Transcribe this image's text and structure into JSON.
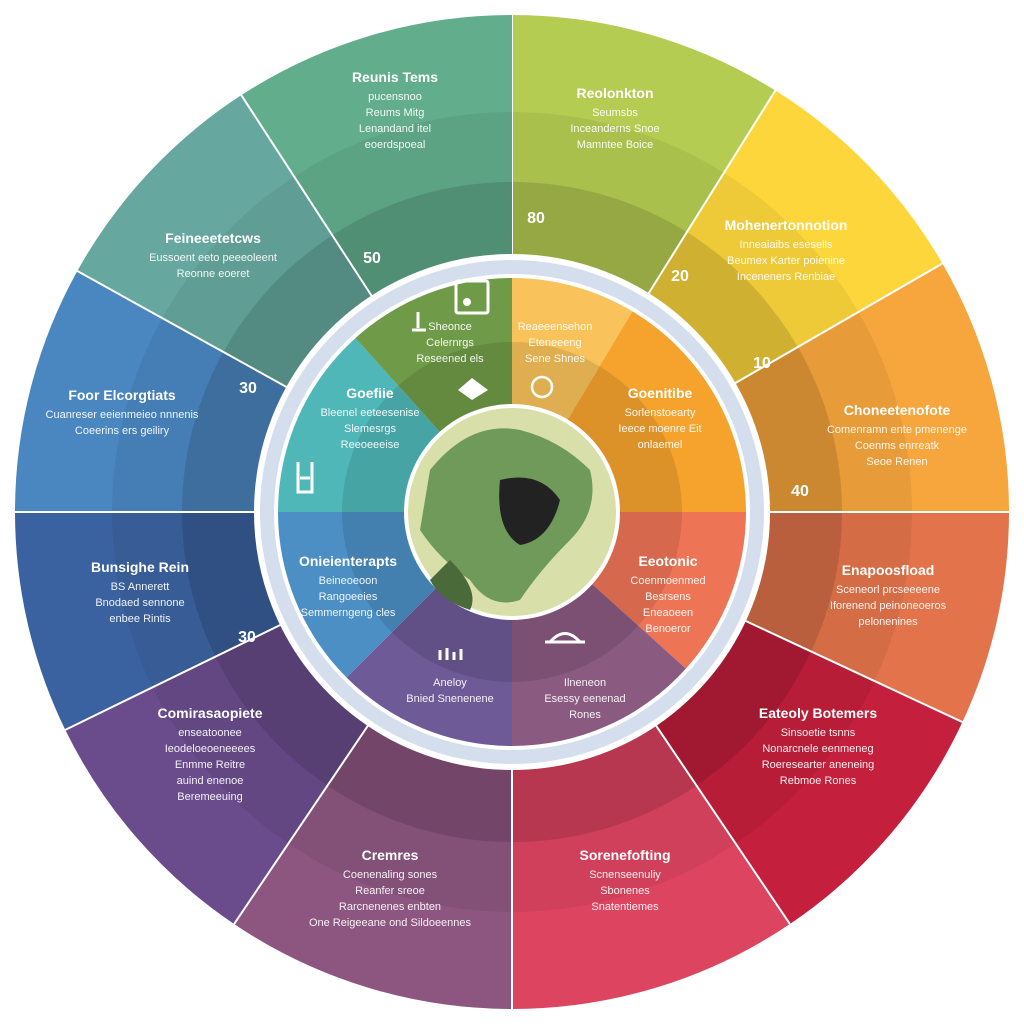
{
  "outer": [
    {
      "color": "#b5cc52",
      "title": "Reunis Tems",
      "lines": [
        "pucensnoo",
        "Reums Mitg",
        "Lenandand itel",
        "eoerdspoeal"
      ]
    },
    {
      "color": "#fdd63c",
      "title": "Reolonkton",
      "lines": [
        "Seumsbs",
        "Inceanderns Snoe",
        "Mamntee Boice"
      ]
    },
    {
      "color": "#f7a53d",
      "title": "Mohenertonnotion",
      "lines": [
        "Inneaiaibs esesells",
        "Beumex Karter poienine",
        "Inceneners Renbiae"
      ]
    },
    {
      "color": "#e2734a",
      "title": "Choneetenofote",
      "lines": [
        "Comenramn ente pmenenge",
        "Coenms enrreatk",
        "Seoe Renen"
      ]
    },
    {
      "color": "#c41f3c",
      "title": "Enapoosfload",
      "lines": [
        "Sceneorl prcseeeene",
        "Iforenend peinoneoeros",
        "pelonenines"
      ]
    },
    {
      "color": "#dd4460",
      "title": "Eateoly Botemers",
      "lines": [
        "Sinsoetie tsnns",
        "Nonarcnele eenmeneg",
        "Roeresearter aneneing",
        "Rebmoe Rones"
      ]
    },
    {
      "color": "#8c5680",
      "title": "Sorenefofting",
      "lines": [
        "Scnenseenuliy",
        "Sbonenes",
        "Snatentiemes"
      ]
    },
    {
      "color": "#6a4c8c",
      "title": "Cremres",
      "lines": [
        "Coenenaling sones",
        "Reanfer sreoe",
        "Rarcnenenes enbten",
        "One Reigeeane ond Sildoeennes"
      ]
    },
    {
      "color": "#3b62a0",
      "title": "Comirasaopiete",
      "lines": [
        "enseatoonee",
        "Ieodeloeoeneeees",
        "Enmme Reitre",
        "auind enenoe",
        "Beremeeuing"
      ]
    },
    {
      "color": "#4a86c0",
      "title": "Bunsighe Rein",
      "lines": [
        "BS Annerett",
        "Bnodaed sennone",
        "enbee Rintis"
      ]
    },
    {
      "color": "#66a89f",
      "title": "Foor Elcorgtiats",
      "lines": [
        "Cuanreser eeienmeieo nnnenis",
        "Coeerins ers geiliry"
      ]
    },
    {
      "color": "#62ae8c",
      "title": "Feineeetetcws",
      "lines": [
        "Eussoent eeto peeeoleent",
        "Reonne eoeret"
      ]
    }
  ],
  "inner": [
    {
      "color": "#f9c25a",
      "title": "",
      "lines": [
        "Reaeeensehon",
        "Eteneeeng",
        "Sene Shnes"
      ]
    },
    {
      "color": "#f6a32e",
      "title": "Goenitibe",
      "lines": [
        "Sorlenstoearty",
        "Ieece moenre Eit",
        "onlaemel"
      ]
    },
    {
      "color": "#ee7456",
      "title": "Eeotonic",
      "lines": [
        "Coenmoenmed",
        "Besrsens",
        "Eneaoeen",
        "Benoeror"
      ]
    },
    {
      "color": "#8a5a80",
      "title": "",
      "lines": [
        "Ilneneon",
        "Esessy eenenad",
        "Rones"
      ]
    },
    {
      "color": "#6d5a96",
      "title": "",
      "lines": [
        "Aneloy",
        "Bnied Snenenene"
      ]
    },
    {
      "color": "#4b8fc4",
      "title": "Onieienterapts",
      "lines": [
        "Beineoeoon",
        "Rangoeeies",
        "Semmerngeng cles"
      ]
    },
    {
      "color": "#4fb7b7",
      "title": "Goefiie",
      "lines": [
        "Bleenel eeteesenise",
        "Slemesrgs",
        "Reeoeeeise"
      ]
    },
    {
      "color": "#6f9a47",
      "title": "",
      "lines": [
        "Sheonce",
        "Celernrgs",
        "Reseened els"
      ]
    }
  ],
  "numbers": [
    "80",
    "20",
    "10",
    "40",
    "30",
    "30",
    "50"
  ],
  "ring_color": "#e6e6ea"
}
